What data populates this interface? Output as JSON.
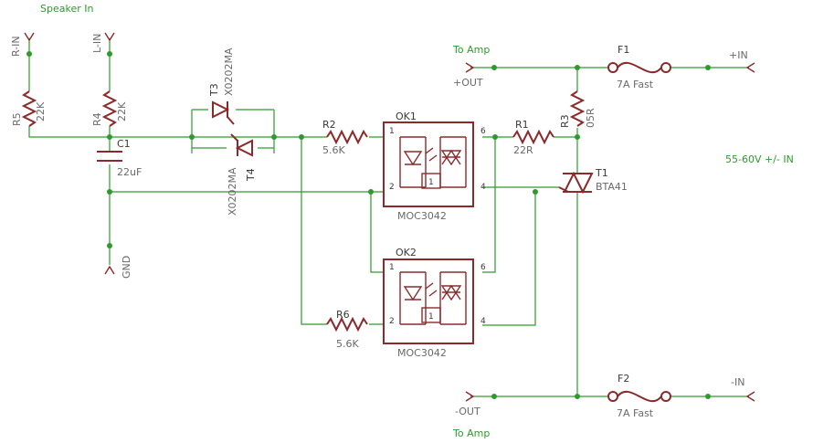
{
  "labels": {
    "speaker_in": "Speaker In",
    "r_in": "R-IN",
    "l_in": "L-IN",
    "gnd": "GND",
    "to_amp_top": "To Amp",
    "plus_out": "+OUT",
    "minus_out": "-OUT",
    "to_amp_bottom": "To Amp",
    "plus_in": "+IN",
    "minus_in": "-IN",
    "supply": "55-60V +/- IN"
  },
  "parts": {
    "r5": {
      "name": "R5",
      "value": "22K"
    },
    "r4": {
      "name": "R4",
      "value": "22K"
    },
    "c1": {
      "name": "C1",
      "value": "22uF"
    },
    "t3": {
      "name": "T3",
      "value": "X0202MA"
    },
    "t4": {
      "name": "T4",
      "value": "X0202MA"
    },
    "r2": {
      "name": "R2",
      "value": "5.6K"
    },
    "r6": {
      "name": "R6",
      "value": "5.6K"
    },
    "ok1": {
      "name": "OK1",
      "value": "MOC3042"
    },
    "ok2": {
      "name": "OK2",
      "value": "MOC3042"
    },
    "r1": {
      "name": "R1",
      "value": "22R"
    },
    "r3": {
      "name": "R3",
      "value": "05R"
    },
    "t1": {
      "name": "T1",
      "value": "BTA41"
    },
    "f1": {
      "name": "F1",
      "value": "7A Fast"
    },
    "f2": {
      "name": "F2",
      "value": "7A Fast"
    }
  },
  "pins": {
    "p1": "1",
    "p2": "2",
    "p4": "4",
    "p6": "6",
    "zc": "1"
  }
}
